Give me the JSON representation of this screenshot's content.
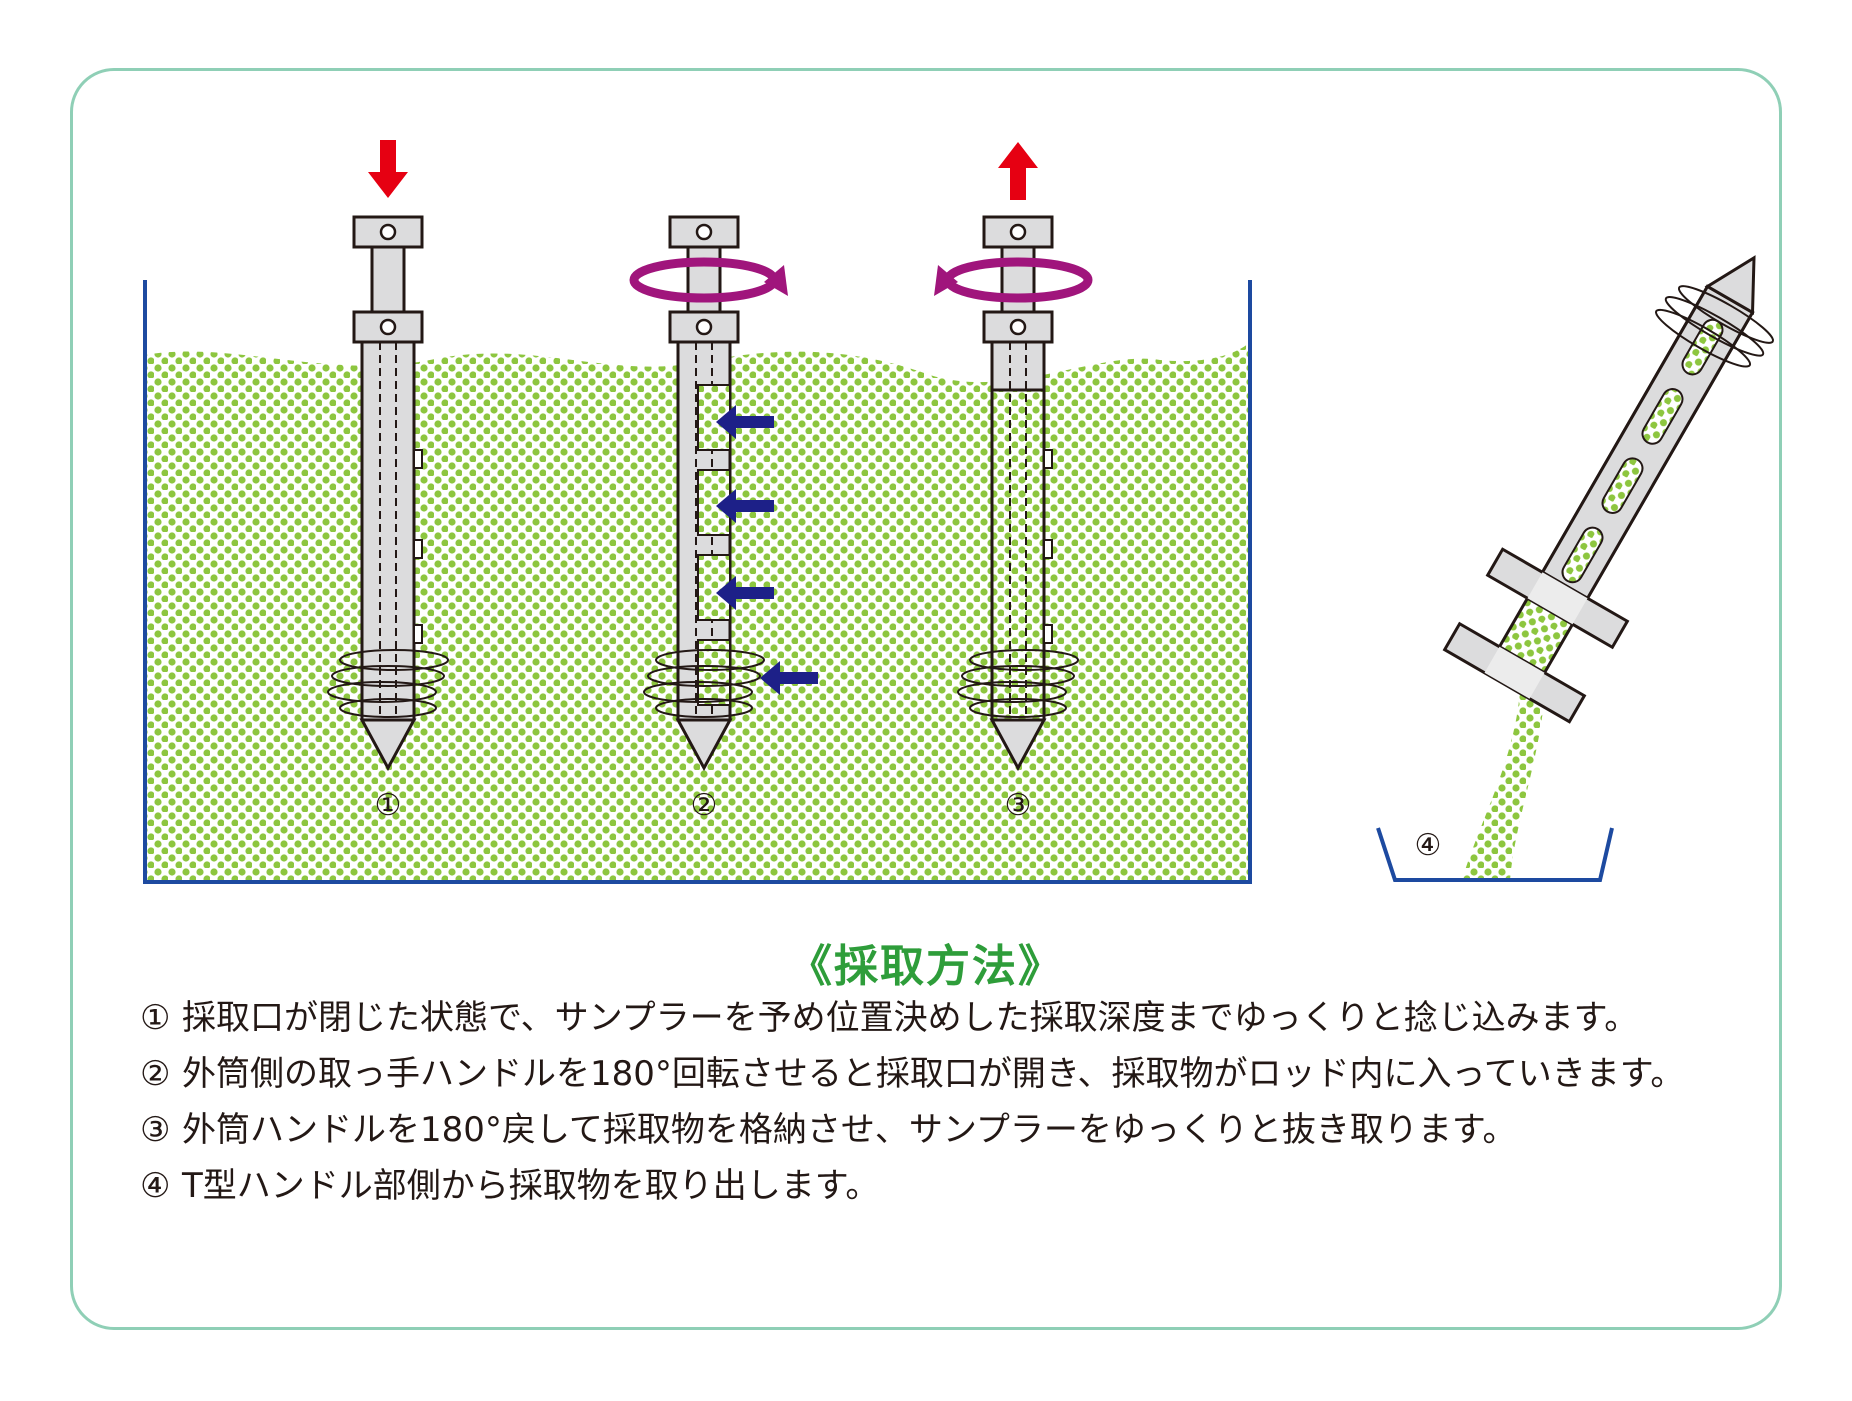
{
  "title": "《採取方法》",
  "step_markers": [
    "①",
    "②",
    "③",
    "④"
  ],
  "steps": [
    {
      "num": "①",
      "text": "採取口が閉じた状態で、サンプラーを予め位置決めした採取深度までゆっくりと捻じ込みます。"
    },
    {
      "num": "②",
      "text": "外筒側の取っ手ハンドルを180°回転させると採取口が開き、採取物がロッド内に入っていきます。"
    },
    {
      "num": "③",
      "text": "外筒ハンドルを180°戻して採取物を格納させ、サンプラーをゆっくりと抜き取ります。"
    },
    {
      "num": "④",
      "text": "T型ハンドル部側から採取物を取り出します。"
    }
  ],
  "colors": {
    "frame": "#8fcfb6",
    "soil_dots": "#8dc63f",
    "container": "#1d4aa0",
    "push_arrow": "#e60012",
    "rotate_arrow": "#a0157c",
    "flow_arrow": "#1d2088",
    "title": "#2e9d3a",
    "tool_fill": "#dcdcdd"
  },
  "icons": {
    "down": "down-arrow-icon",
    "up": "up-arrow-icon",
    "rotate": "rotate-arrow-icon",
    "inflow": "left-arrow-icon"
  }
}
